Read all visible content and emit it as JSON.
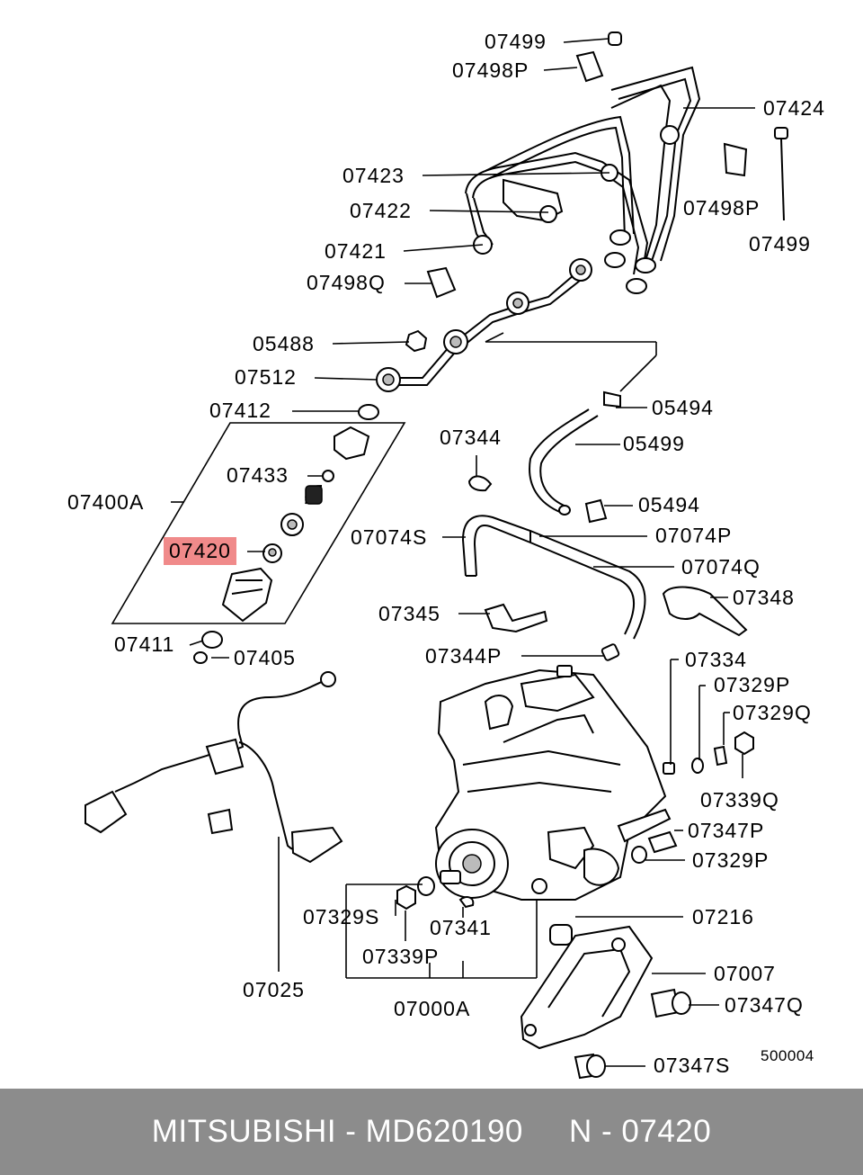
{
  "diagram": {
    "labels": {
      "l07499_top": "07499",
      "l07498p_top": "07498P",
      "l07424": "07424",
      "l07423": "07423",
      "l07422": "07422",
      "l07498p_right": "07498P",
      "l07421": "07421",
      "l07499_right": "07499",
      "l07498q": "07498Q",
      "l05488": "05488",
      "l07512": "07512",
      "l07412": "07412",
      "l05494_top": "05494",
      "l07344": "07344",
      "l05499": "05499",
      "l07433": "07433",
      "l07400a": "07400A",
      "l05494_mid": "05494",
      "l07074s": "07074S",
      "l07074p": "07074P",
      "l07420": "07420",
      "l07074q": "07074Q",
      "l07348": "07348",
      "l07345": "07345",
      "l07411": "07411",
      "l07405": "07405",
      "l07344p": "07344P",
      "l07334": "07334",
      "l07329p_top": "07329P",
      "l07329q": "07329Q",
      "l07339q": "07339Q",
      "l07347p": "07347P",
      "l07329p_bottom": "07329P",
      "l07329s": "07329S",
      "l07341": "07341",
      "l07216": "07216",
      "l07339p": "07339P",
      "l07007": "07007",
      "l07025": "07025",
      "l07000a": "07000A",
      "l07347q": "07347Q",
      "l07347s": "07347S",
      "diagram_code": "500004"
    },
    "highlight_color": "#f08a8a"
  },
  "footer": {
    "text": "MITSUBISHI - MD620190     N - 07420",
    "background": "#8c8c8c",
    "text_color": "#ffffff"
  }
}
